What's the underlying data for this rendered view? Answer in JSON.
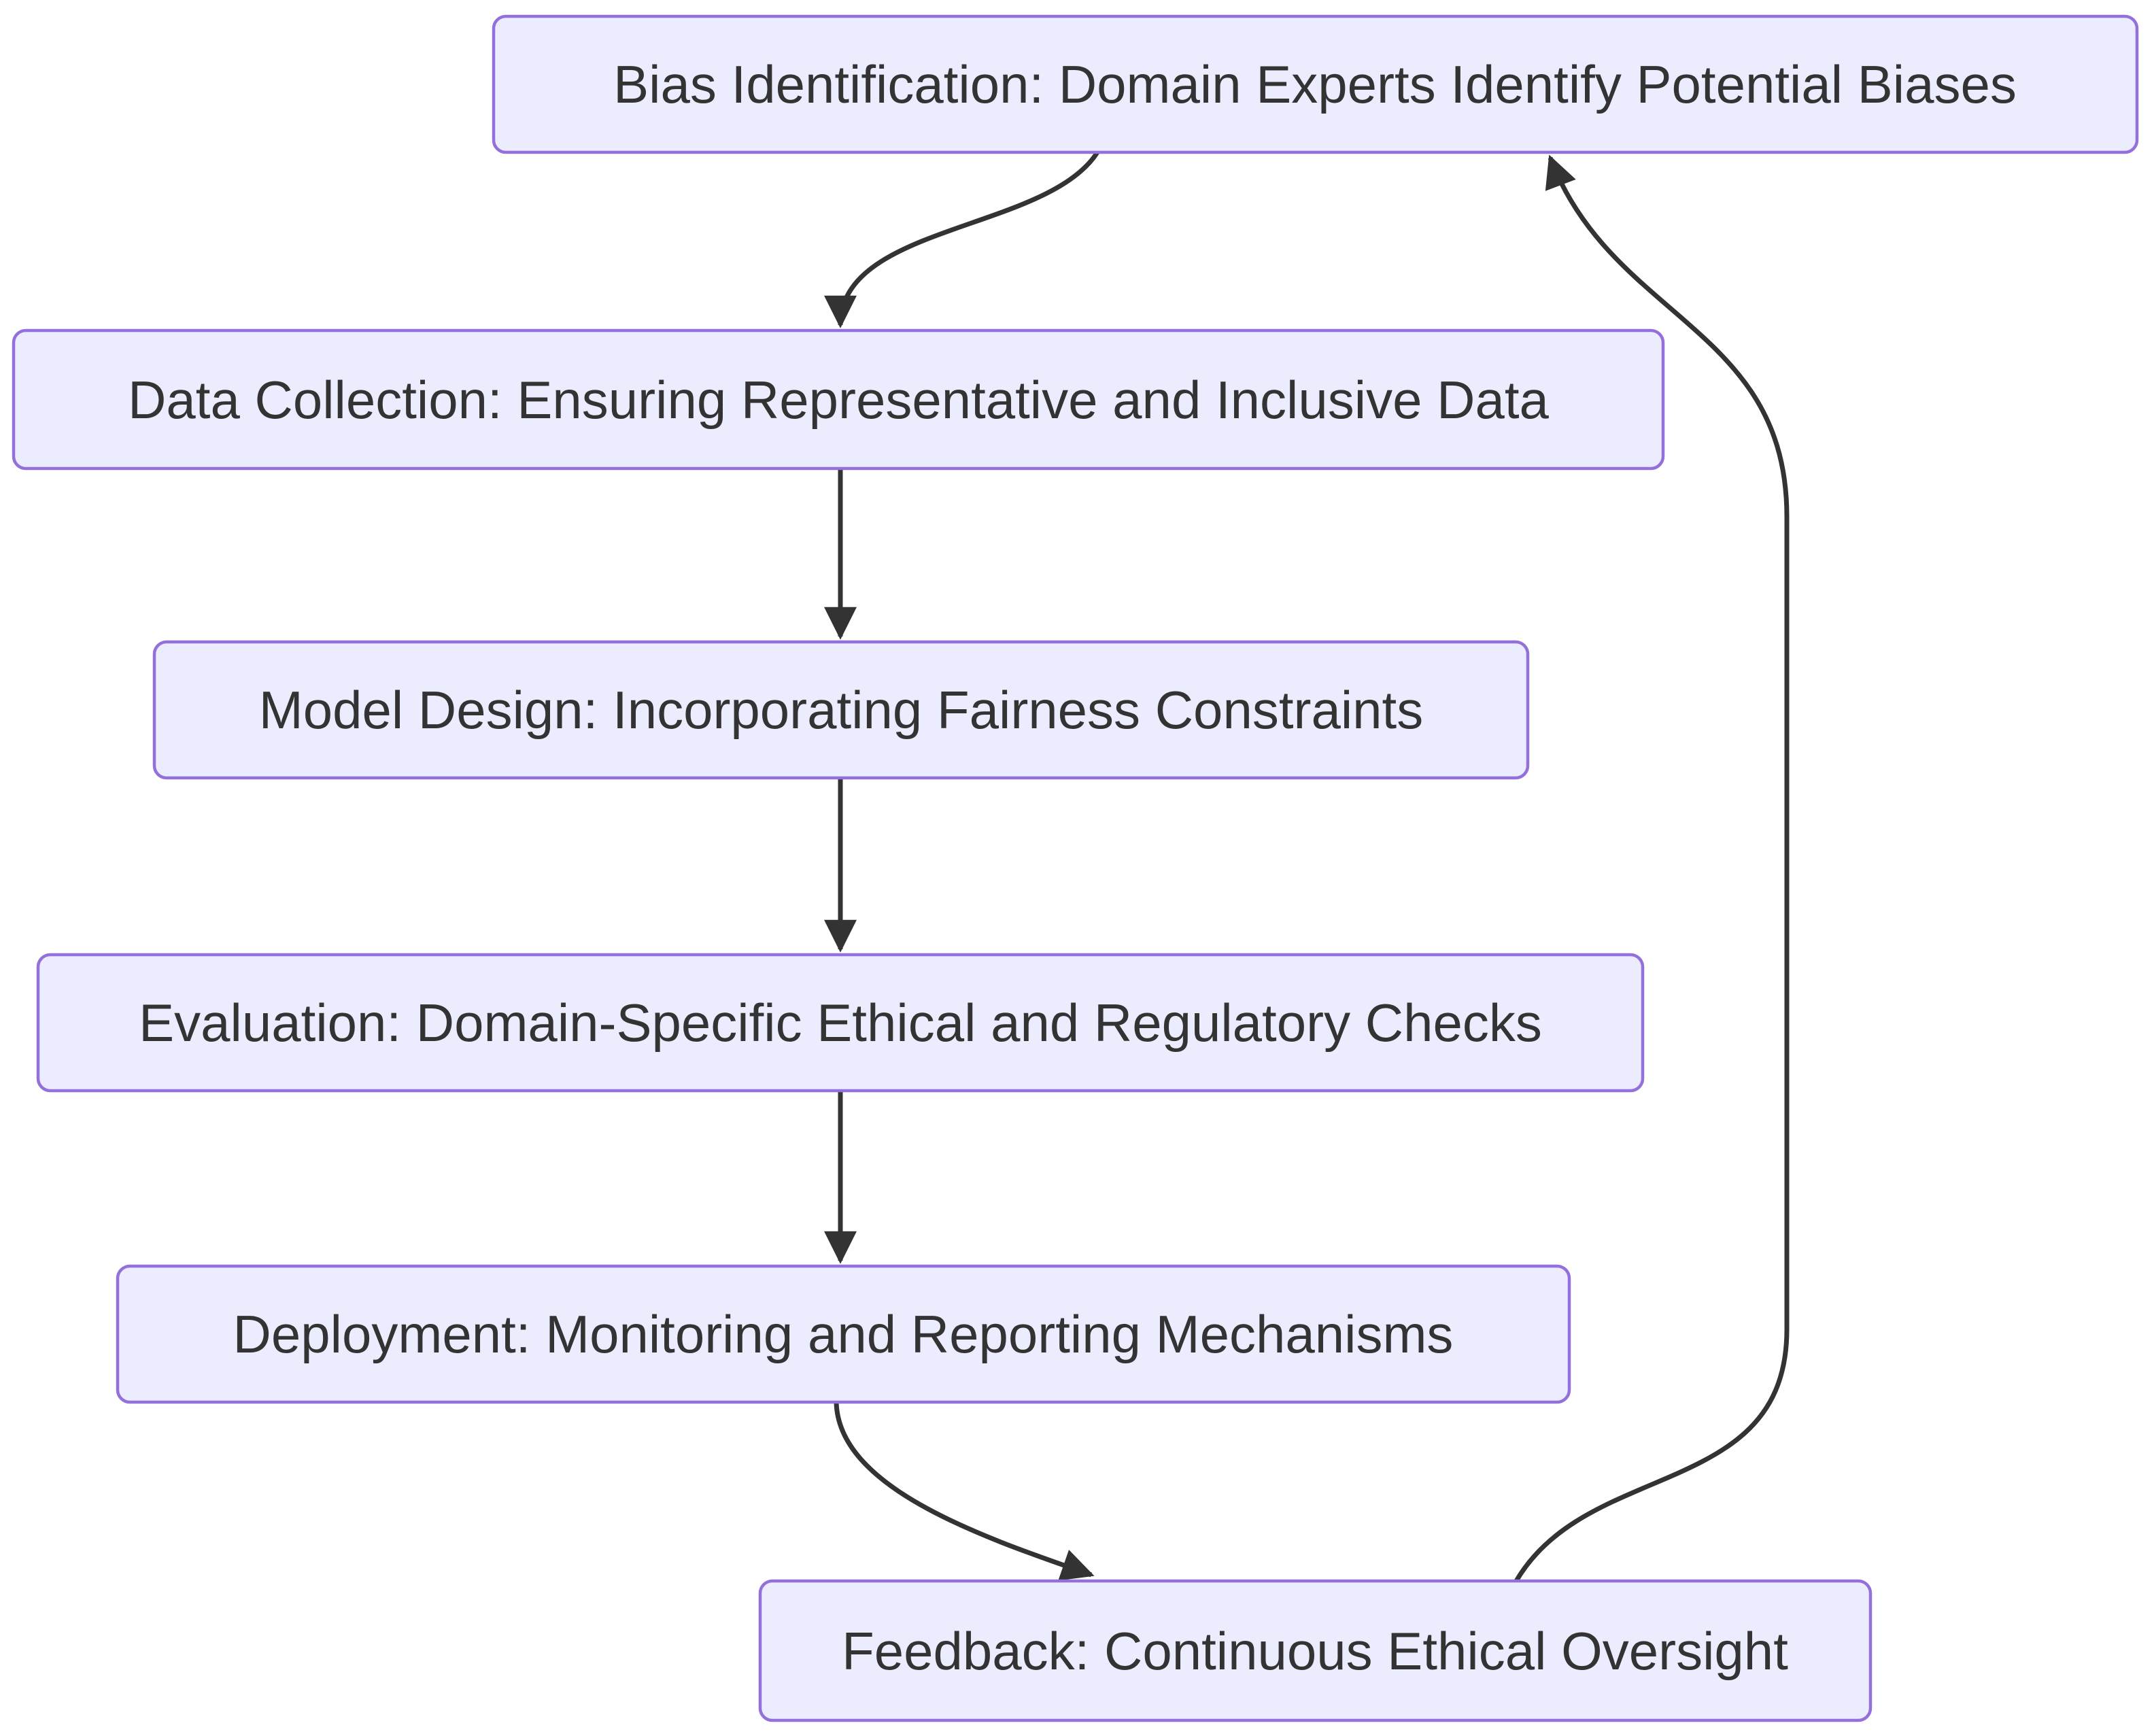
{
  "styles": {
    "background": "#FFFFFF",
    "node_fill": "#ECECFF",
    "node_border": "#9370DB",
    "edge_color": "#333333",
    "text_color": "#333333"
  },
  "diagram": {
    "type": "flowchart-top-down",
    "nodes": [
      {
        "id": "bias-identification",
        "label": "Bias Identification: Domain Experts Identify Potential Biases"
      },
      {
        "id": "data-collection",
        "label": "Data Collection: Ensuring Representative and Inclusive Data"
      },
      {
        "id": "model-design",
        "label": "Model Design: Incorporating Fairness Constraints"
      },
      {
        "id": "evaluation",
        "label": "Evaluation: Domain-Specific Ethical and Regulatory Checks"
      },
      {
        "id": "deployment",
        "label": "Deployment: Monitoring and Reporting Mechanisms"
      },
      {
        "id": "feedback",
        "label": "Feedback: Continuous Ethical Oversight"
      }
    ],
    "edges": [
      {
        "from": "bias-identification",
        "to": "data-collection"
      },
      {
        "from": "data-collection",
        "to": "model-design"
      },
      {
        "from": "model-design",
        "to": "evaluation"
      },
      {
        "from": "evaluation",
        "to": "deployment"
      },
      {
        "from": "deployment",
        "to": "feedback"
      },
      {
        "from": "feedback",
        "to": "bias-identification"
      }
    ]
  }
}
